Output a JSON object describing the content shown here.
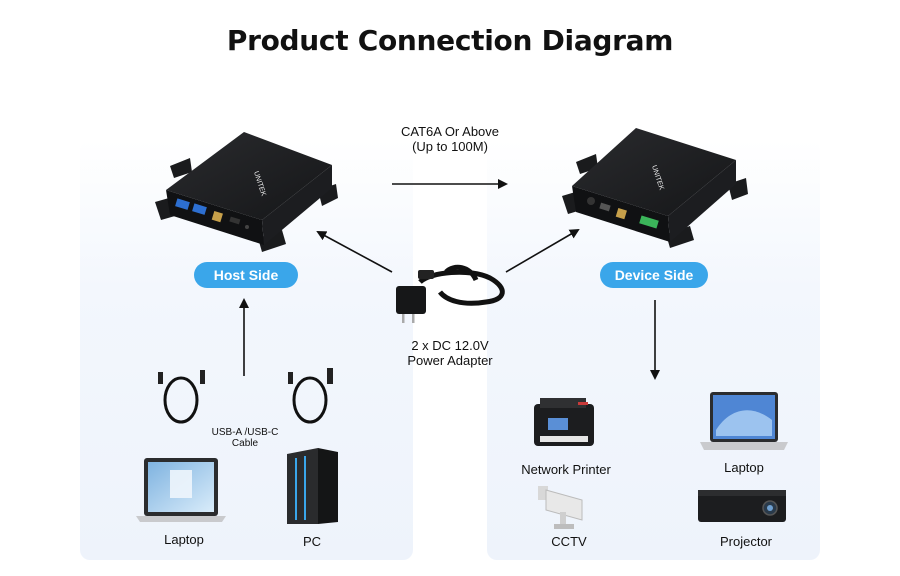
{
  "title": "Product Connection Diagram",
  "cable": {
    "line1": "CAT6A Or Above",
    "line2": "(Up to 100M)"
  },
  "power": {
    "line1": "2 x DC 12.0V",
    "line2": "Power Adapter"
  },
  "host_side_label": "Host Side",
  "device_side_label": "Device Side",
  "usb_cable": {
    "line1": "USB-A /USB-C",
    "line2": "Cable"
  },
  "brand": "UNITEK",
  "host_devices": {
    "laptop": "Laptop",
    "pc": "PC"
  },
  "remote_devices": {
    "printer": "Network Printer",
    "laptop": "Laptop",
    "cctv": "CCTV",
    "projector": "Projector"
  },
  "colors": {
    "accent": "#3aa6ea",
    "panel": "#eef3fb",
    "device_body": "#1e1f21"
  }
}
